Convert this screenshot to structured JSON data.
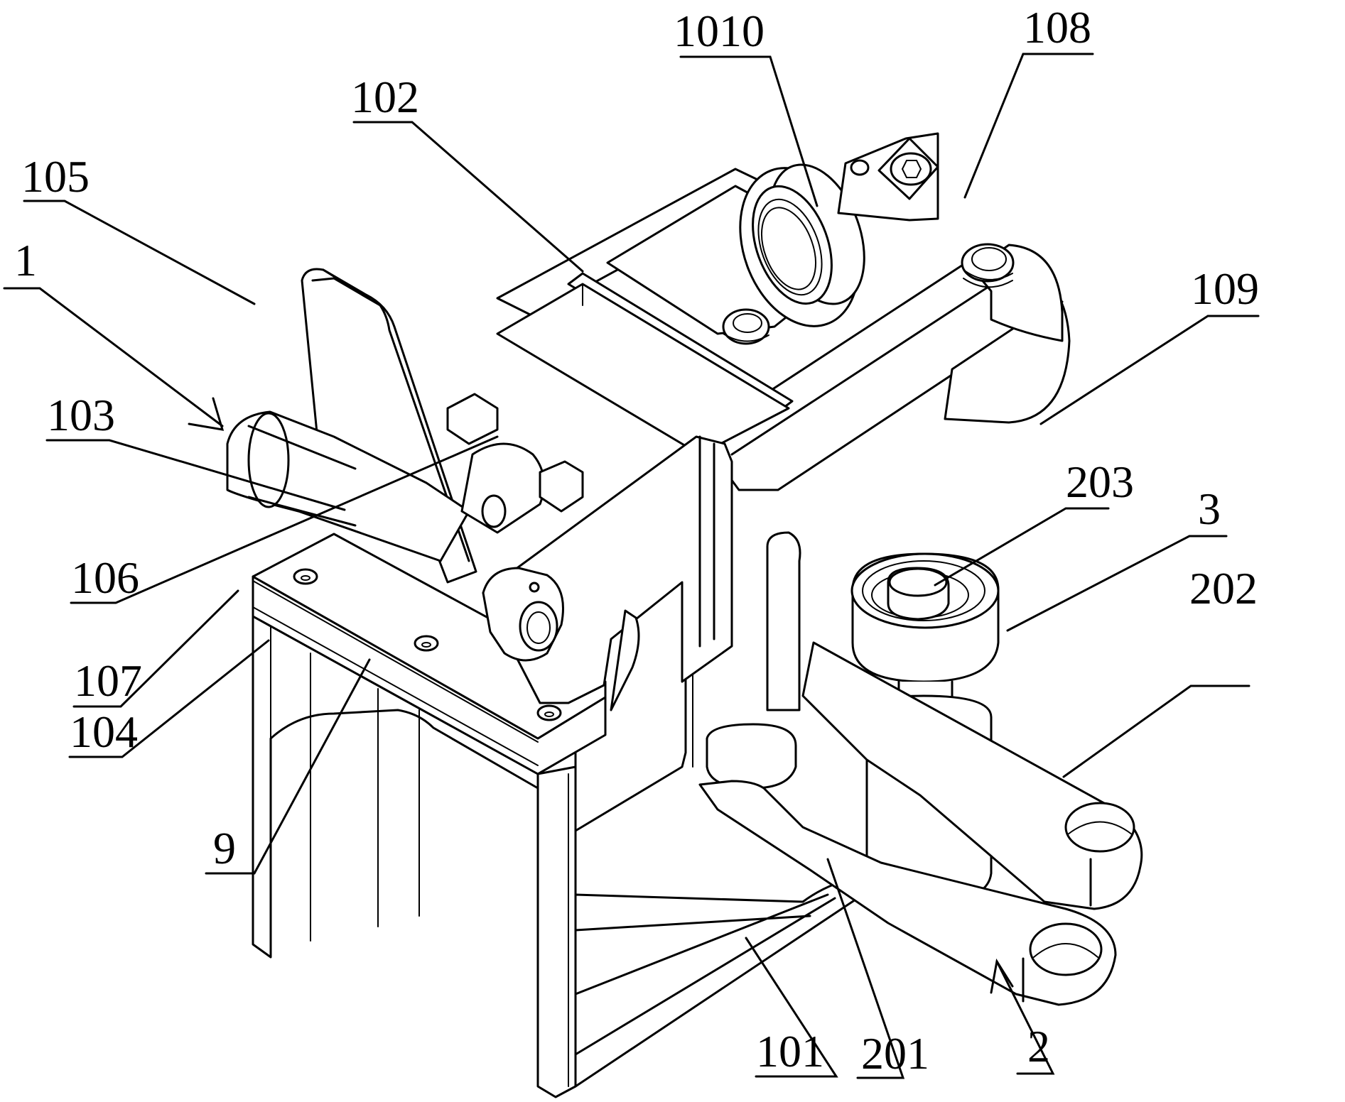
{
  "figure": {
    "type": "patent mechanical assembly drawing",
    "background": "#ffffff",
    "ink": "#000000"
  },
  "labels": [
    {
      "id": "1010",
      "text": "1010",
      "target": "bearing-top"
    },
    {
      "id": "108",
      "text": "108",
      "target": "adjusting-block"
    },
    {
      "id": "102",
      "text": "102",
      "target": "frame-crossbar"
    },
    {
      "id": "105",
      "text": "105",
      "target": "handle-lever"
    },
    {
      "id": "1",
      "text": "1",
      "target": "assembly-1",
      "arrow": true
    },
    {
      "id": "109",
      "text": "109",
      "target": "pivot-roller"
    },
    {
      "id": "103",
      "text": "103",
      "target": "lever-shaft"
    },
    {
      "id": "203",
      "text": "203",
      "target": "roller-axle"
    },
    {
      "id": "3",
      "text": "3",
      "target": "roller-bearing"
    },
    {
      "id": "202",
      "text": "202",
      "target": "upper-link-arm"
    },
    {
      "id": "106",
      "text": "106",
      "target": "latch-block"
    },
    {
      "id": "107",
      "text": "107",
      "target": "top-plate"
    },
    {
      "id": "104",
      "text": "104",
      "target": "base-plate"
    },
    {
      "id": "9",
      "text": "9",
      "target": "pivot-pin"
    },
    {
      "id": "101",
      "text": "101",
      "target": "base-bracket"
    },
    {
      "id": "201",
      "text": "201",
      "target": "lower-link-arm"
    },
    {
      "id": "2",
      "text": "2",
      "target": "assembly-2",
      "arrow": true
    }
  ]
}
